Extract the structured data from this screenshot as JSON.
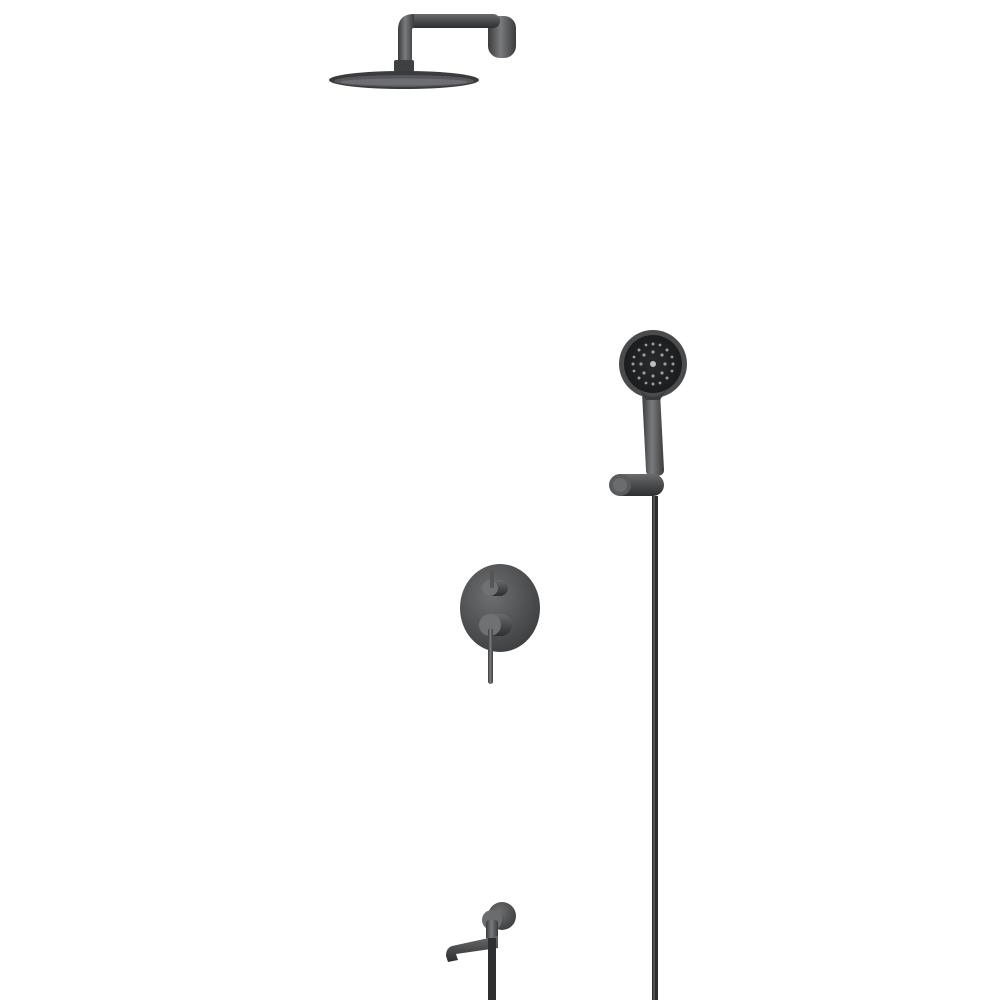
{
  "scene": {
    "background": "#ffffff",
    "finish_color": "#4a4b4d",
    "finish_dark": "#2e2f31",
    "finish_light": "#8a8b8d",
    "components": [
      {
        "name": "rain-shower-head",
        "icon": "shower-head-icon"
      },
      {
        "name": "shower-arm",
        "icon": "pipe-icon"
      },
      {
        "name": "hand-shower",
        "icon": "hand-shower-icon"
      },
      {
        "name": "hand-shower-holder",
        "icon": "bracket-icon"
      },
      {
        "name": "shower-hose",
        "icon": "hose-icon"
      },
      {
        "name": "diverter-mixer-valve",
        "icon": "mixer-valve-icon"
      },
      {
        "name": "bath-spout",
        "icon": "spout-icon"
      }
    ]
  }
}
